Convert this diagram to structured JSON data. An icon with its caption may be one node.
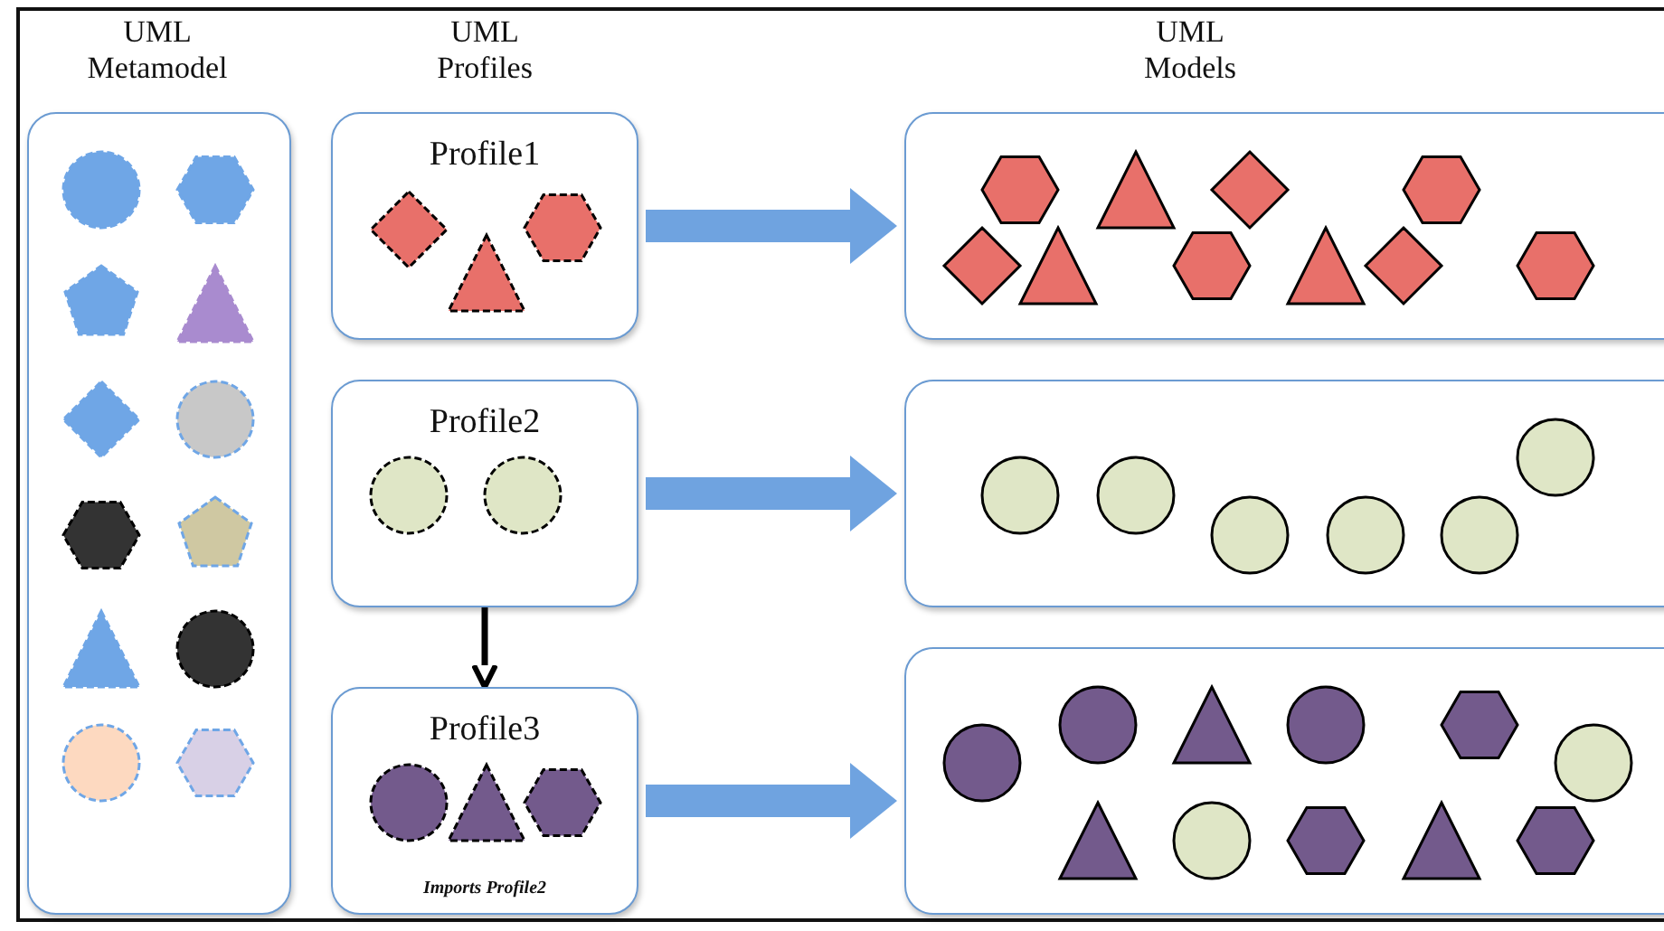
{
  "diagram": {
    "nodes": [
      {
        "text": [],
        "shape": "box"
      },
      {
        "text": [
          "Profile1"
        ]
      },
      {
        "text": [
          "Profile2"
        ]
      },
      {
        "text": [
          "Profile3",
          "Imports Profile2"
        ]
      },
      {
        "text": [],
        "shape": "box"
      },
      {
        "text": [],
        "shape": "box"
      },
      {
        "text": [],
        "shape": "box"
      }
    ],
    "edges": [
      {
        "from": 1,
        "to": 4,
        "arrow": "to"
      },
      {
        "from": 2,
        "to": 5,
        "arrow": "to"
      },
      {
        "from": 2,
        "to": 3,
        "arrow": "to",
        "color": "#000000"
      },
      {
        "from": 3,
        "to": 6,
        "arrow": "to"
      }
    ],
    "labels": [
      "UML Metamodel",
      "UML Profiles",
      "UML Models"
    ]
  }
}
